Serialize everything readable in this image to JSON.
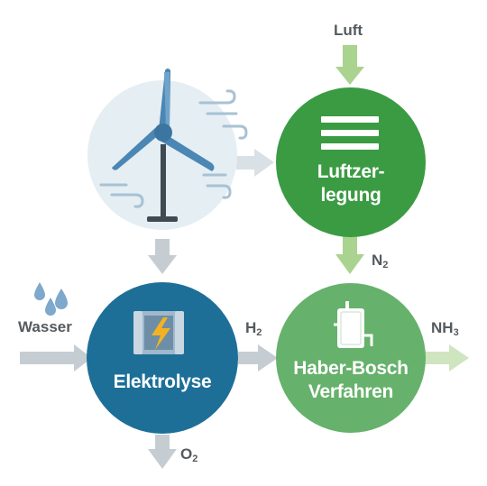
{
  "nodes": {
    "wind": {
      "icon": "wind-turbine-icon"
    },
    "luftzerlegung": {
      "line1": "Luftzer-",
      "line2": "legung",
      "icon": "air-separation-icon",
      "color": "#3a9b43"
    },
    "elektrolyse": {
      "label": "Elektrolyse",
      "icon": "electrolysis-cell-icon",
      "color": "#1d6f97"
    },
    "haber_bosch": {
      "line1": "Haber-Bosch",
      "line2": "Verfahren",
      "icon": "reactor-tank-icon",
      "color": "#66b16b"
    }
  },
  "flows": {
    "luft": {
      "label": "Luft"
    },
    "wasser": {
      "label": "Wasser"
    },
    "n2": {
      "base": "N",
      "sub": "2"
    },
    "h2": {
      "base": "H",
      "sub": "2"
    },
    "nh3": {
      "base": "NH",
      "sub": "3"
    },
    "o2": {
      "base": "O",
      "sub": "2"
    }
  },
  "colors": {
    "arrow_grey": "#c5cdd3",
    "arrow_green": "#a9d38e",
    "turbine_blue": "#4b86b4",
    "turbine_bg": "#e5eef3",
    "label_grey": "#555a5e"
  }
}
